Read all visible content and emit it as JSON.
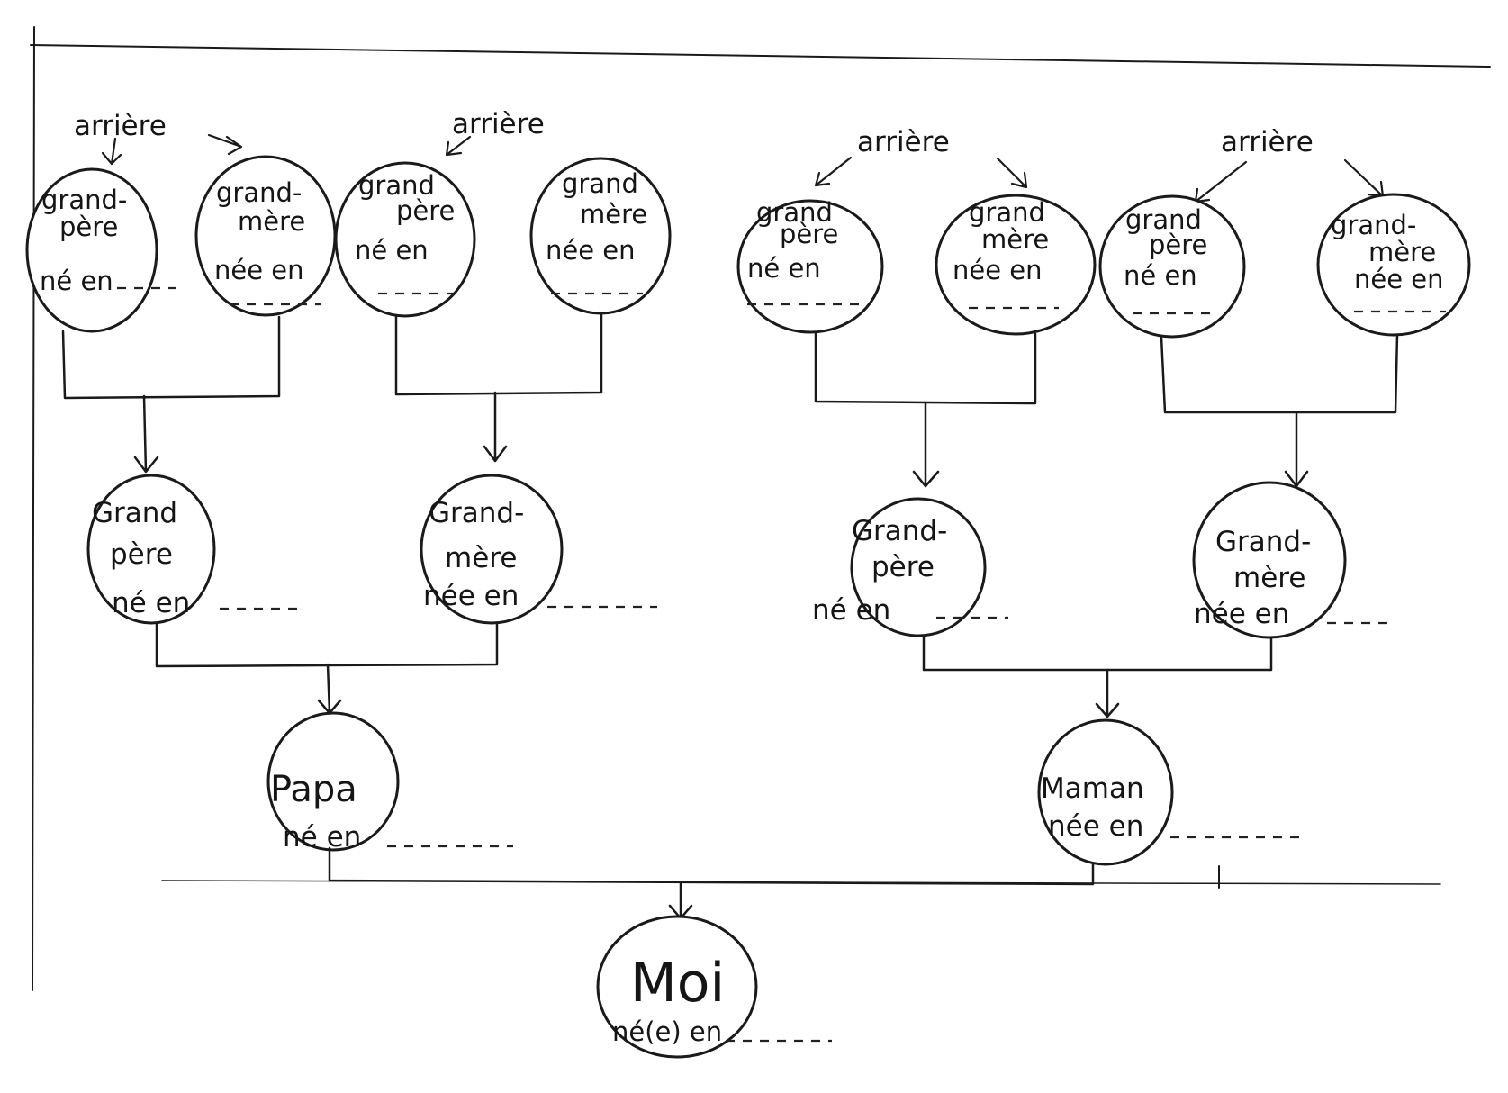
{
  "colors": {
    "paper": "#ffffff",
    "ink": "#1a1a1a"
  },
  "labels": {
    "arriere": "arrière",
    "ggp_1_line1": "grand-",
    "ggp_1_line2": "père",
    "ggp_1_line3": "né en",
    "ggm_1_line1": "grand-",
    "ggm_1_line2": "mère",
    "ggm_1_line3": "née en",
    "ggp_2_line1": "grand",
    "ggp_2_line2": "père",
    "ggp_2_line3": "né en",
    "ggm_2_line1": "grand",
    "ggm_2_line2": "mère",
    "ggm_2_line3": "née en",
    "ggp_3_line1": "grand",
    "ggp_3_line2": "père",
    "ggp_3_line3": "né en",
    "ggm_3_line1": "grand",
    "ggm_3_line2": "mère",
    "ggm_3_line3": "née en",
    "ggp_4_line1": "grand",
    "ggp_4_line2": "père",
    "ggp_4_line3": "né en",
    "ggm_4_line1": "grand-",
    "ggm_4_line2": "mère",
    "ggm_4_line3": "née en",
    "gp_paternal_line1": "Grand",
    "gp_paternal_line2": "père",
    "gp_paternal_line3": "né en",
    "gm_paternal_line1": "Grand-",
    "gm_paternal_line2": "mère",
    "gm_paternal_line3": "née en",
    "gp_maternal_line1": "Grand-",
    "gp_maternal_line2": "père",
    "gp_maternal_line3": "né en",
    "gm_maternal_line1": "Grand-",
    "gm_maternal_line2": "mère",
    "gm_maternal_line3": "née en",
    "papa_line1": "Papa",
    "papa_line2": "né en",
    "maman_line1": "Maman",
    "maman_line2": "née en",
    "moi_line1": "Moi",
    "moi_line2": "né(e) en"
  }
}
